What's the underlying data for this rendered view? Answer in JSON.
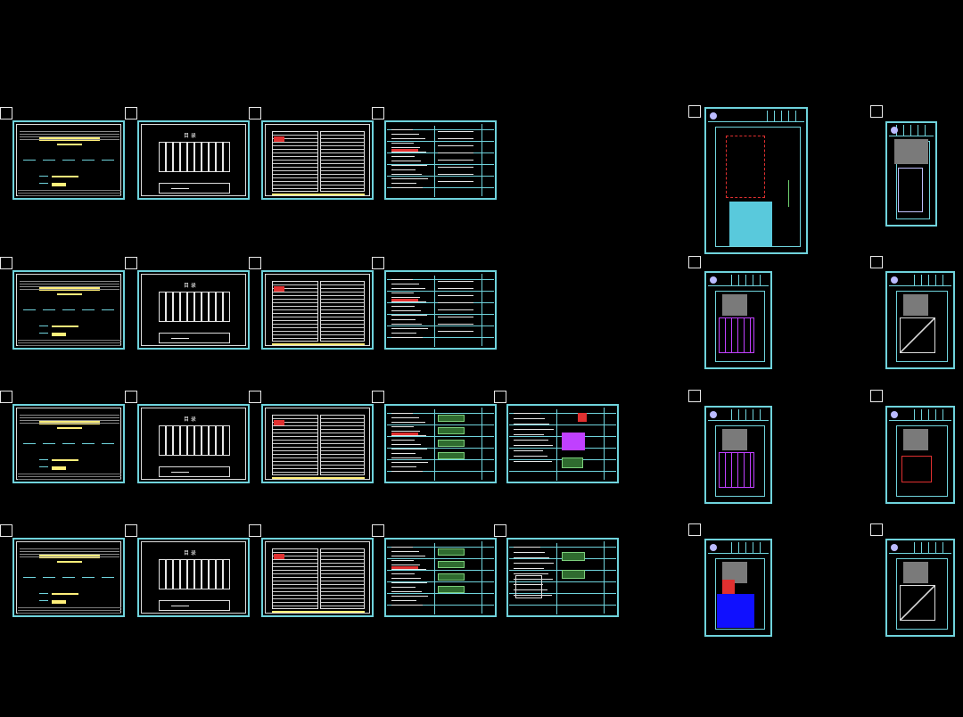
{
  "viewport": {
    "background": "#000000",
    "accent_cyan": "#6fd3dc",
    "accent_yellow": "#ffef7a",
    "accent_red": "#e03030",
    "accent_purple": "#c040ff",
    "accent_blue": "#1010ff"
  },
  "cover_sheet": {
    "heading": "目 录",
    "icon": "drawing-sheet-icon"
  },
  "rows": [
    {
      "name": "row-1"
    },
    {
      "name": "row-2"
    },
    {
      "name": "row-3"
    },
    {
      "name": "row-4"
    }
  ],
  "plan_columns": [
    {
      "name": "plan-column-a"
    },
    {
      "name": "plan-column-b"
    }
  ]
}
